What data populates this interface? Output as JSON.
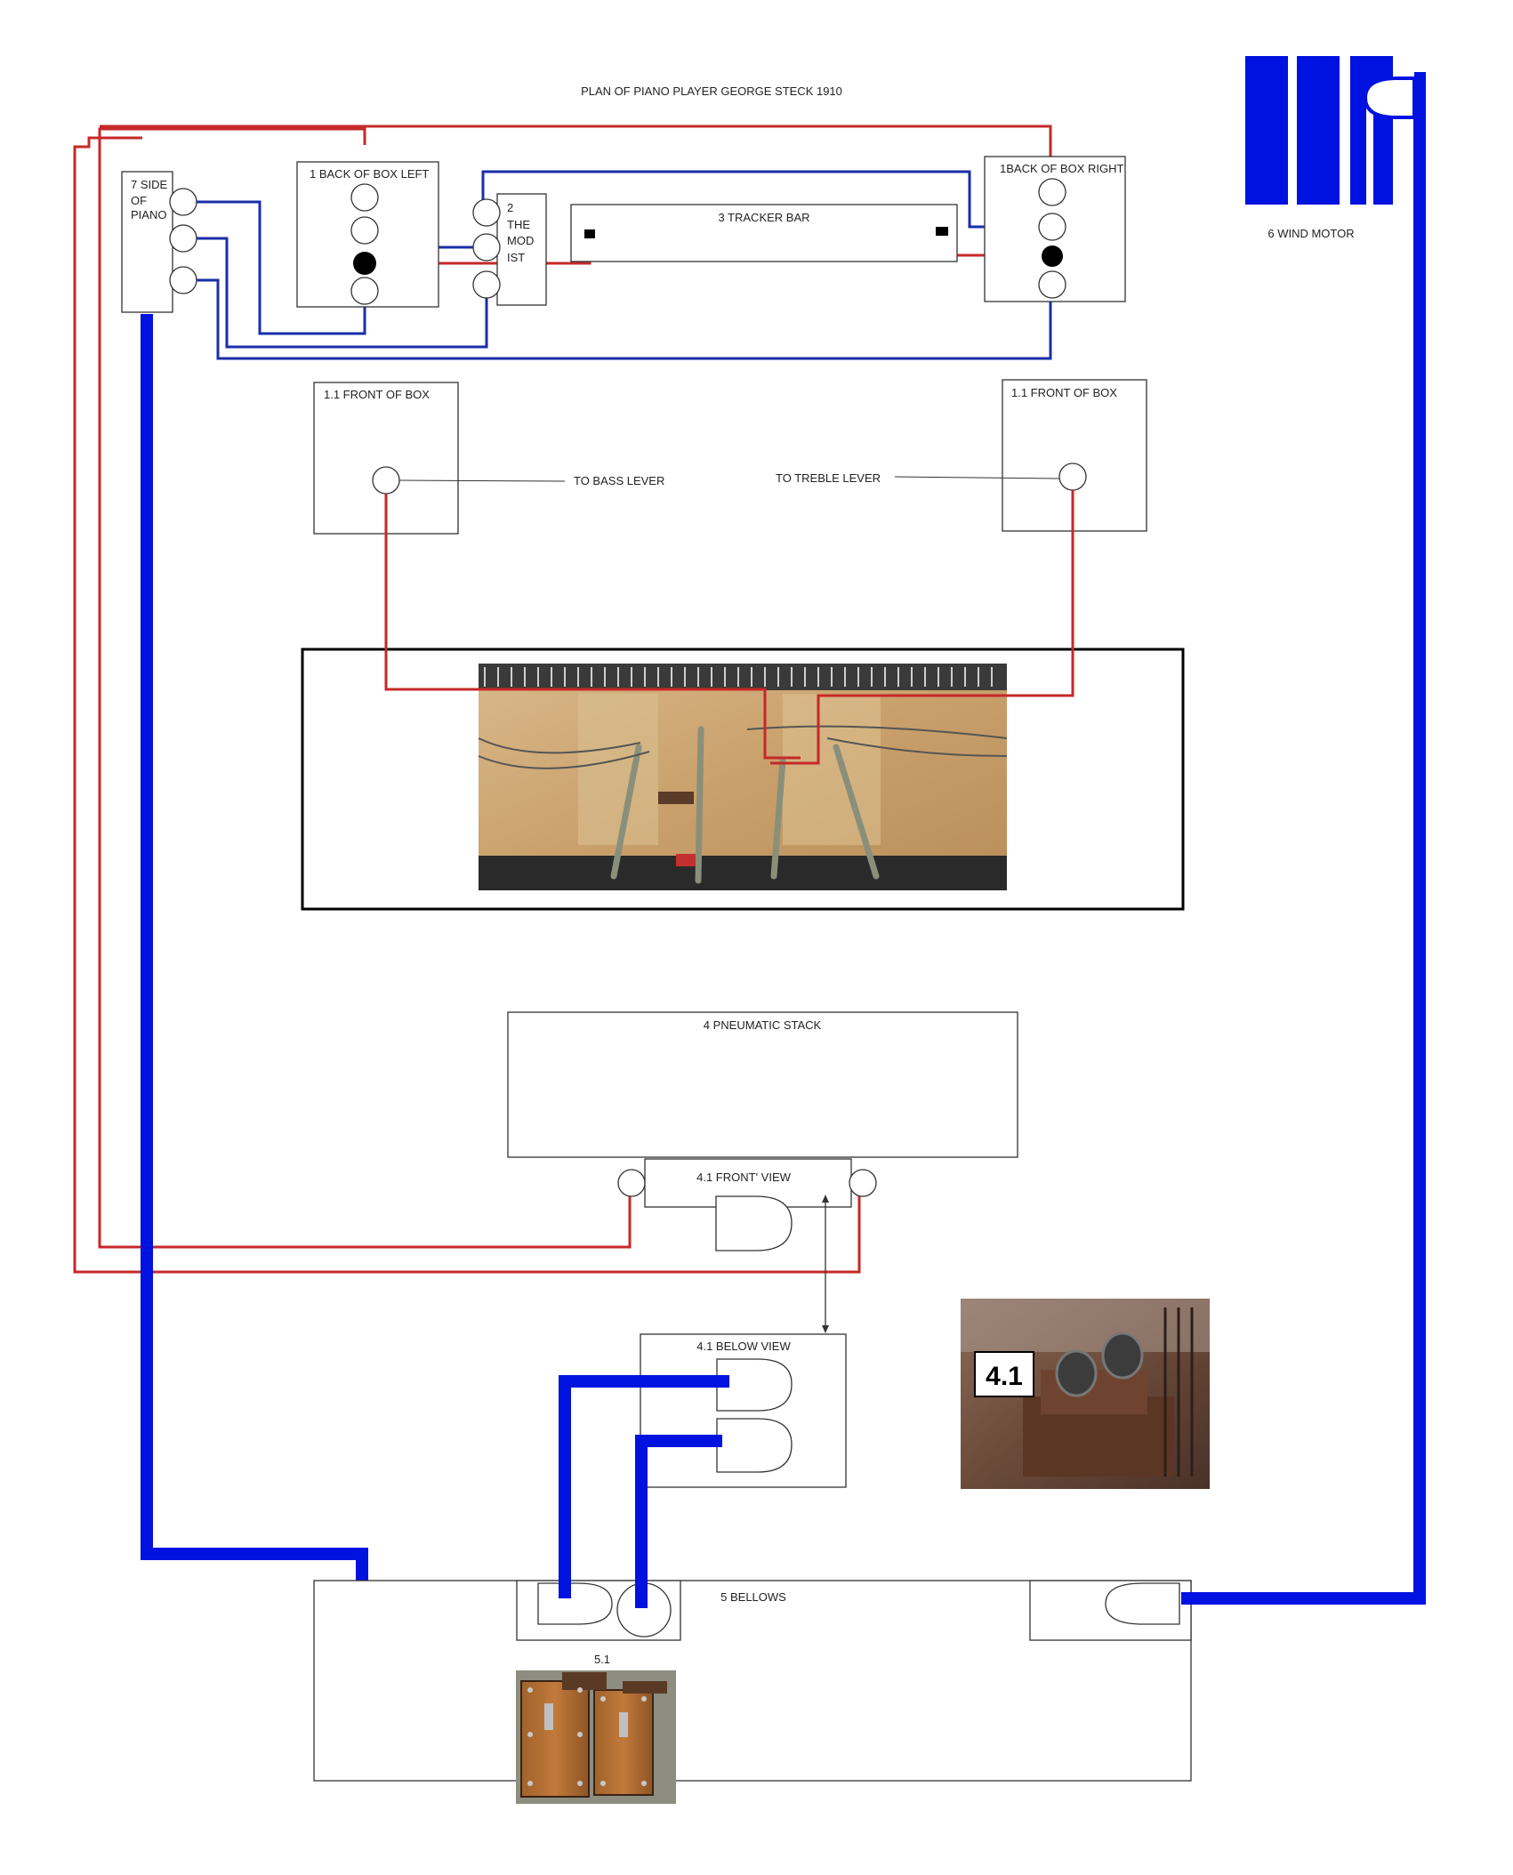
{
  "title": "PLAN OF PIANO PLAYER GEORGE STECK 1910",
  "labels": {
    "side_of_piano": [
      "7 SIDE",
      "OF",
      "PIANO"
    ],
    "back_box_left": "1 BACK OF BOX LEFT",
    "modist": [
      "2",
      "THE",
      "MOD",
      "IST"
    ],
    "tracker_bar": "3 TRACKER BAR",
    "back_box_right": "1BACK OF BOX RIGHT",
    "wind_motor": "6 WIND MOTOR",
    "front_box_left": "1.1 FRONT OF BOX",
    "front_box_right": "1.1 FRONT OF BOX",
    "to_bass_lever": "TO BASS LEVER",
    "to_treble_lever": "TO TREBLE LEVER",
    "pneumatic_stack": "4 PNEUMATIC STACK",
    "front_view": "4.1 FRONT' VIEW",
    "below_view": "4.1 BELOW VIEW",
    "photo_41_label": "4.1",
    "bellows": "5 BELLOWS",
    "bellows_sub": "5.1"
  },
  "colors": {
    "red_line": "#c62828",
    "blue_line": "#1a2ea8",
    "thick_blue": "#0012e0",
    "port_filled": "#000000"
  }
}
